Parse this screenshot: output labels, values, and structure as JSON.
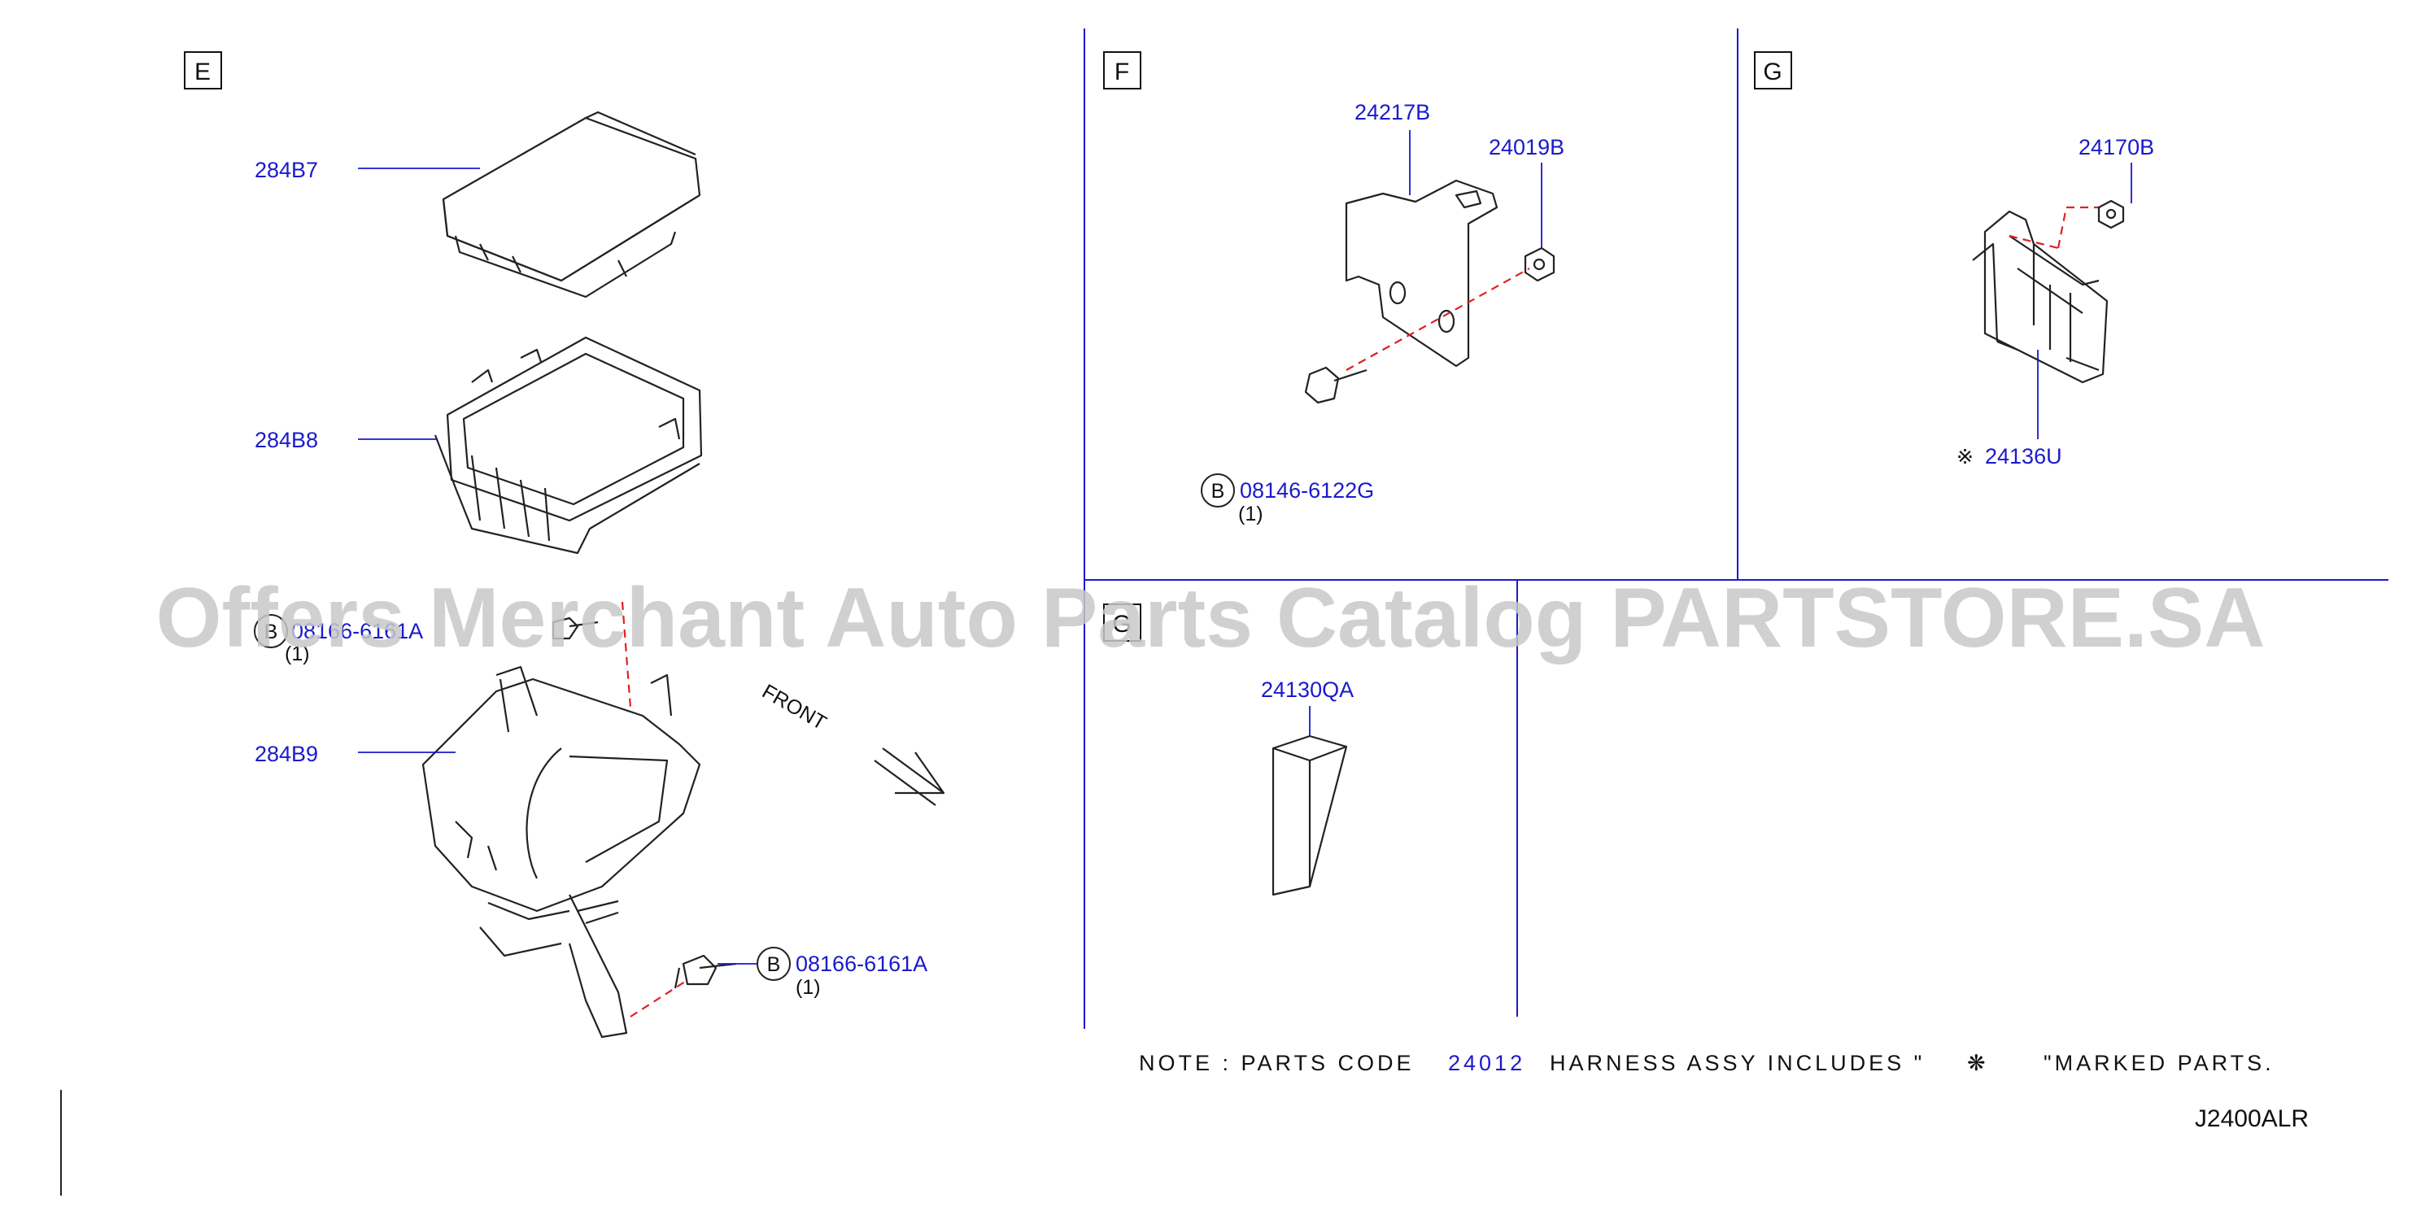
{
  "sections": {
    "E": {
      "letter": "E",
      "parts": [
        "284B7",
        "284B8",
        "284B9"
      ],
      "bolt_top": {
        "code": "08166-6161A",
        "qty": "(1)",
        "circle": "B"
      },
      "bolt_bottom": {
        "code": "08166-6161A",
        "qty": "(1)",
        "circle": "B"
      },
      "front_label": "FRONT"
    },
    "F": {
      "letter": "F",
      "parts": [
        "24217B",
        "24019B"
      ],
      "bolt": {
        "code": "08146-6122G",
        "qty": "(1)",
        "circle": "B"
      }
    },
    "G": {
      "letter": "G",
      "parts": [
        "24170B"
      ],
      "marked_part": "24136U",
      "mark_symbol": "※"
    },
    "G2": {
      "letter": "G",
      "parts": [
        "24130QA"
      ]
    }
  },
  "note": {
    "prefix": "NOTE : PARTS CODE",
    "code": "24012",
    "middle": "HARNESS ASSY INCLUDES \"",
    "symbol": "❋",
    "suffix": "\"MARKED PARTS."
  },
  "diagram_code": "J2400ALR",
  "watermark": "Offers Merchant Auto Parts Catalog PARTSTORE.SA",
  "colors": {
    "part_number": "#1a1acc",
    "dashed_line": "#e02020",
    "watermark": "#c8c8c8"
  }
}
